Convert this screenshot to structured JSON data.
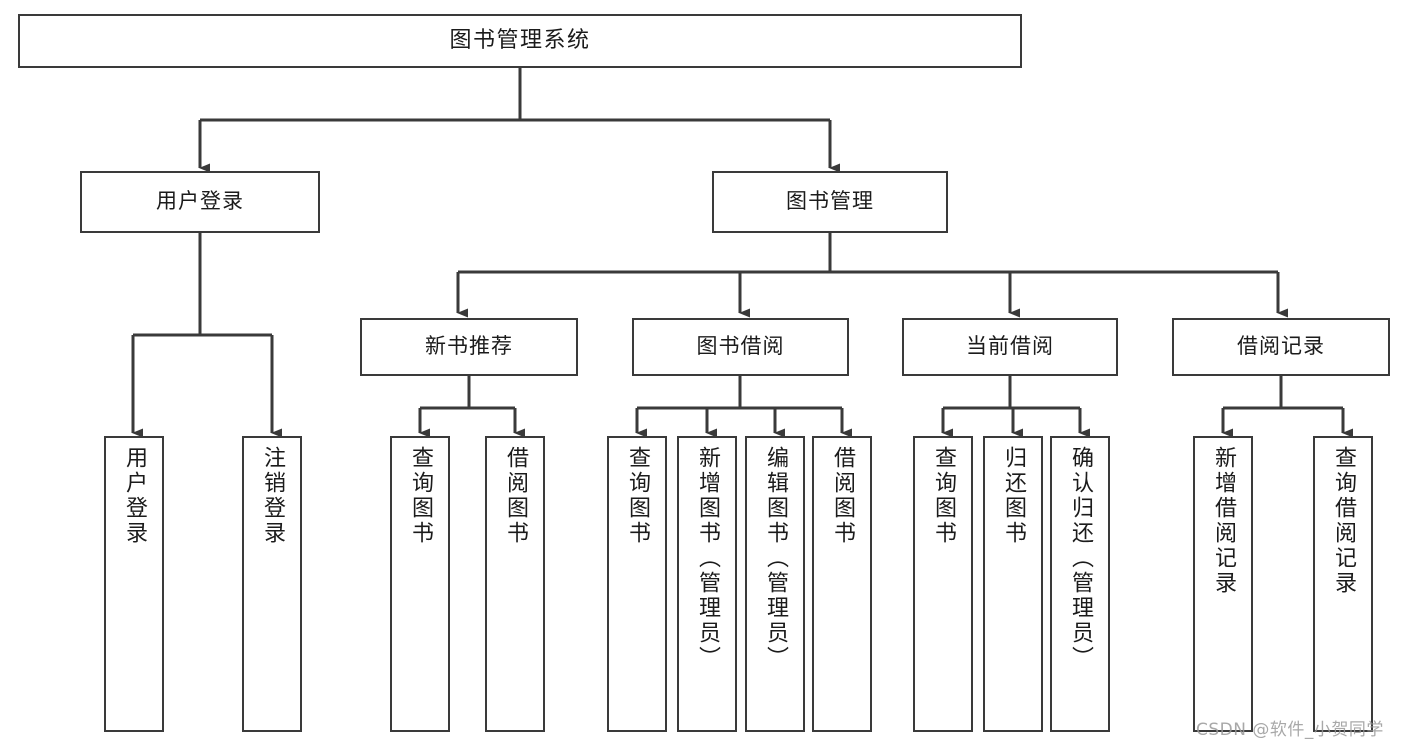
{
  "diagram": {
    "type": "tree-hierarchy-chart",
    "title": "图书管理系统",
    "line_color": "#3a3a3a",
    "box_fill": "#ffffff",
    "text_color": "#1b1b1b",
    "watermark": "CSDN @软件_小贺同学"
  },
  "nodes": {
    "root": {
      "label": "图书管理系统"
    },
    "level2": [
      {
        "label": "用户登录"
      },
      {
        "label": "图书管理"
      }
    ],
    "level3": [
      {
        "label": "新书推荐"
      },
      {
        "label": "图书借阅"
      },
      {
        "label": "当前借阅"
      },
      {
        "label": "借阅记录"
      }
    ],
    "leaves": {
      "user_login": [
        {
          "label": "用户登录"
        },
        {
          "label": "注销登录"
        }
      ],
      "new_book": [
        {
          "label": "查询图书"
        },
        {
          "label": "借阅图书"
        }
      ],
      "book_borrow": [
        {
          "label": "查询图书"
        },
        {
          "label": "新增图书（管理员）"
        },
        {
          "label": "编辑图书（管理员）"
        },
        {
          "label": "借阅图书"
        }
      ],
      "current_borrow": [
        {
          "label": "查询图书"
        },
        {
          "label": "归还图书"
        },
        {
          "label": "确认归还（管理员）"
        }
      ],
      "borrow_record": [
        {
          "label": "新增借阅记录"
        },
        {
          "label": "查询借阅记录"
        }
      ]
    }
  }
}
